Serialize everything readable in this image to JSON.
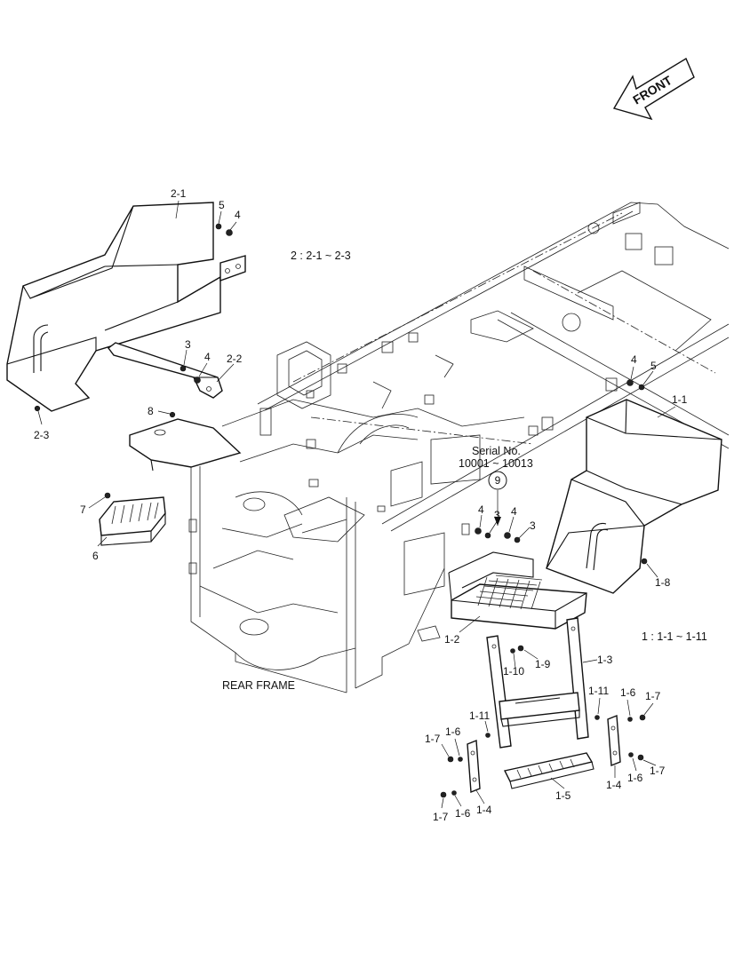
{
  "front_arrow": {
    "label": "FRONT"
  },
  "notes": {
    "group2": "2 : 2-1 ~ 2-3",
    "group1": "1 : 1-1 ~ 1-11",
    "serial_title": "Serial No.",
    "serial_range": "10001 ~ 10013",
    "serial_marker": "9",
    "rear_frame": "REAR FRAME"
  },
  "callouts": {
    "c2_1": "2-1",
    "c2_2": "2-2",
    "c2_3": "2-3",
    "c5a": "5",
    "c4a": "4",
    "c3a": "3",
    "c4b": "4",
    "c8": "8",
    "c7": "7",
    "c6": "6",
    "c4c": "4",
    "c5c": "5",
    "c1_1": "1-1",
    "c1_8": "1-8",
    "c4d": "4",
    "c3d": "3",
    "c4e": "4",
    "c3e": "3",
    "c1_2": "1-2",
    "c1_3": "1-3",
    "c1_10": "1-10",
    "c1_9": "1-9",
    "c1_11a": "1-11",
    "c1_11b": "1-11",
    "c1_6a": "1-6",
    "c1_7a": "1-7",
    "c1_7b": "1-7",
    "c1_6b": "1-6",
    "c1_7c": "1-7",
    "c1_6c": "1-6",
    "c1_4a": "1-4",
    "c1_6d": "1-6",
    "c1_7d": "1-7",
    "c1_4b": "1-4",
    "c1_5": "1-5"
  }
}
